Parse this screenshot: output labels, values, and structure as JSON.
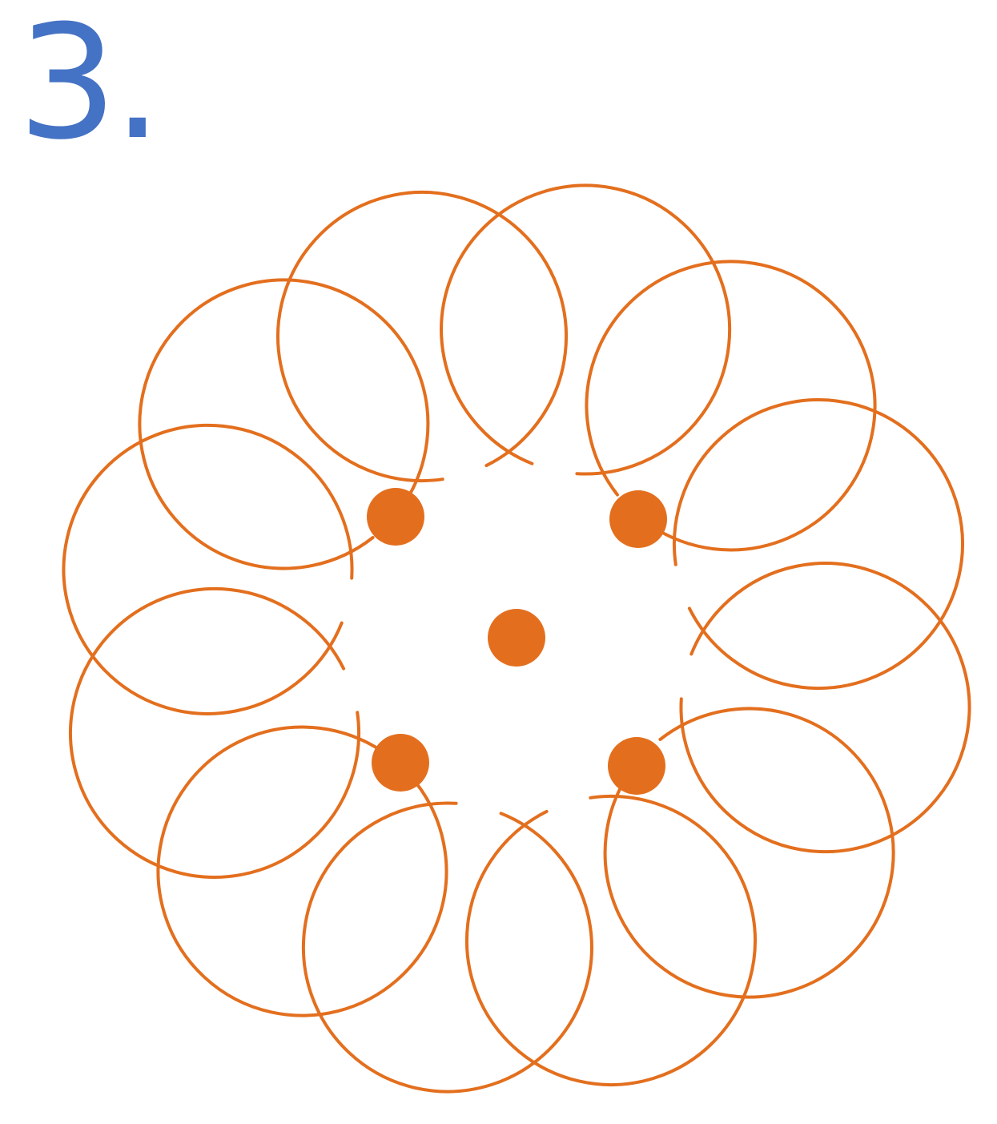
{
  "figure": {
    "number_label": "3."
  },
  "colors": {
    "number": "#4472c4",
    "flower": "#e36f1e",
    "background": "#ffffff"
  },
  "rosette": {
    "loop_count": 12,
    "line_style": "outline",
    "dot_count": 5,
    "dot_style": "filled"
  }
}
